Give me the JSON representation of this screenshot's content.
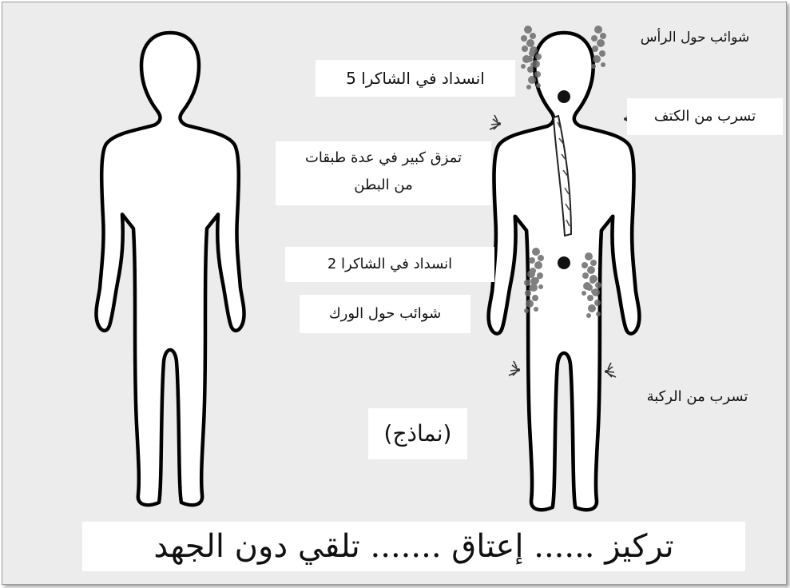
{
  "labels": {
    "head_impurities": "شوائب حول الرأس",
    "chakra5_blockage": "انسداد في الشاكرا  5",
    "shoulder_leak": "تسرب من الكتف",
    "abdomen_tear_line1": "تمزق كبير في عدة طبقات",
    "abdomen_tear_line2": "من البطن",
    "chakra2_blockage": "انسداد في الشاكرا  2",
    "hip_impurities": "شوائب حول الورك",
    "knee_leak": "تسرب من الركبة",
    "examples": "(نماذج)"
  },
  "footer": {
    "caption": "تركيز ...... إعتاق ....... تلقي دون الجهد"
  },
  "colors": {
    "background": "#ececec",
    "outline": "#000000",
    "label_box": "#ffffff",
    "impurity_marks": "#6b6b6b"
  },
  "icons": [
    "human-silhouette-icon",
    "chakra-dot-icon",
    "energy-leak-icon",
    "impurity-cloud-icon",
    "tear-icon"
  ]
}
